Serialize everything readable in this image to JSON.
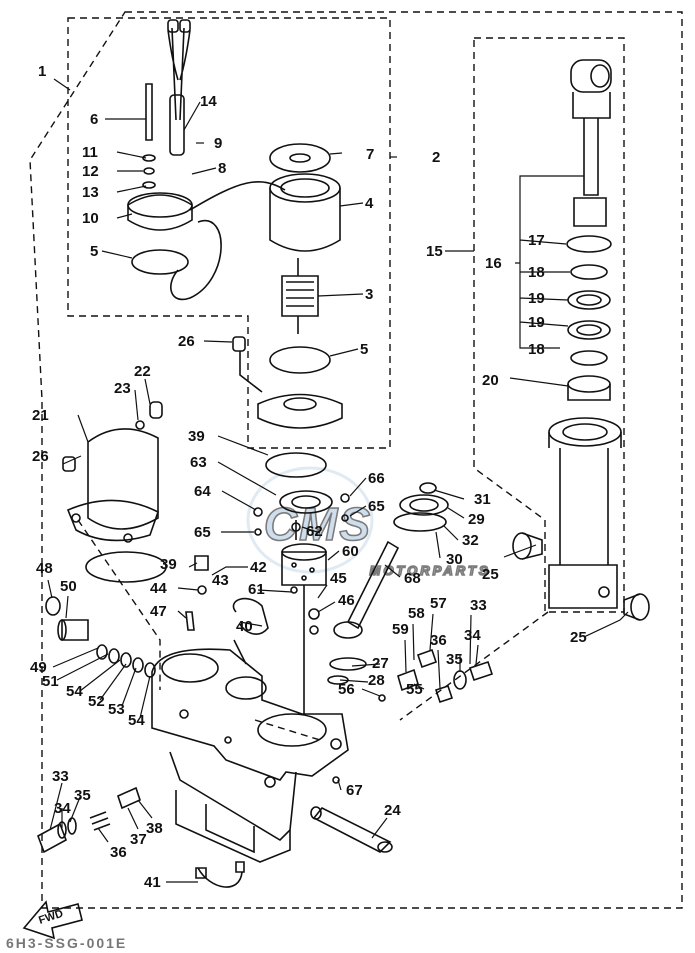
{
  "diagram": {
    "part_numbers": [
      "1",
      "2",
      "3",
      "4",
      "5",
      "5",
      "6",
      "7",
      "8",
      "9",
      "10",
      "11",
      "12",
      "13",
      "14",
      "15",
      "16",
      "17",
      "18",
      "18",
      "19",
      "19",
      "20",
      "21",
      "22",
      "23",
      "24",
      "25",
      "25",
      "26",
      "26",
      "27",
      "28",
      "29",
      "30",
      "31",
      "32",
      "33",
      "33",
      "34",
      "34",
      "35",
      "35",
      "36",
      "36",
      "37",
      "38",
      "39",
      "39",
      "40",
      "41",
      "42",
      "43",
      "44",
      "45",
      "46",
      "47",
      "48",
      "49",
      "50",
      "51",
      "52",
      "53",
      "54",
      "54",
      "55",
      "56",
      "57",
      "58",
      "59",
      "60",
      "61",
      "62",
      "63",
      "64",
      "65",
      "65",
      "66",
      "67",
      "68"
    ],
    "forward_arrow_label": "FWD",
    "watermark": {
      "logo_text": "CMS",
      "sub_text": "MOTORPARTS"
    },
    "footer_code": "6H3-SSG-001E"
  },
  "colors": {
    "ink": "#111111",
    "watermark": "#9dbbd8"
  }
}
